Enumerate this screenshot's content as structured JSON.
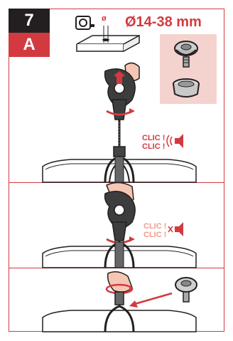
{
  "step": {
    "number": "7",
    "letter": "A"
  },
  "header": {
    "diameter_small": "ø",
    "diameter_range": "Ø14-38 mm"
  },
  "panels": [
    {
      "sound_text_1": "CLIC !",
      "sound_text_2": "CLIC !",
      "speaker_state": "sound-on"
    },
    {
      "sound_text_1": "CLIC !",
      "sound_text_2": "CLIC !",
      "speaker_state": "muted"
    },
    {
      "arrow": "insert-cap"
    }
  ],
  "colors": {
    "accent": "#d23a3f",
    "dark": "#231f20",
    "inset_bg": "#f4d2cd",
    "pale_text": "#ef9a8c"
  }
}
